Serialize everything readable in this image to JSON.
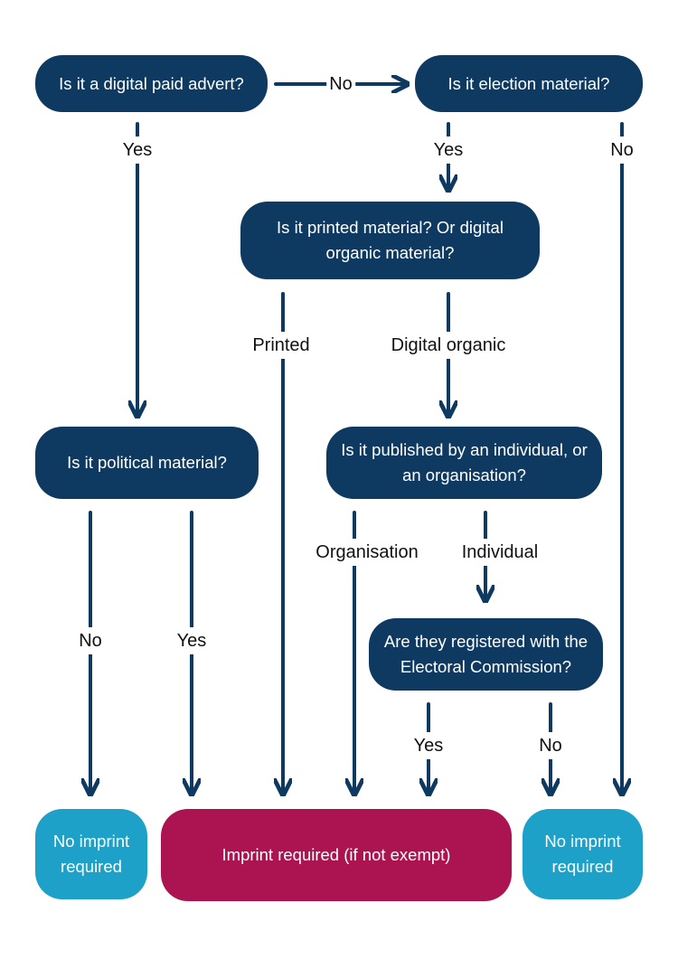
{
  "nodes": {
    "q_digital_paid": "Is it a digital paid advert?",
    "q_election": "Is it election material?",
    "q_printed_or_organic": "Is it printed material? Or digital organic material?",
    "q_political": "Is it political material?",
    "q_individual_or_org": "Is it published by an individual, or an organisation?",
    "q_registered": "Are they registered with the Electoral Commission?",
    "out_no_imprint_left": "No imprint required",
    "out_imprint_required": "Imprint required (if not exempt)",
    "out_no_imprint_right": "No imprint required"
  },
  "edges": {
    "paid_no": "No",
    "paid_yes": "Yes",
    "election_yes": "Yes",
    "election_no": "No",
    "printed": "Printed",
    "digital_organic": "Digital organic",
    "political_no": "No",
    "political_yes": "Yes",
    "organisation": "Organisation",
    "individual": "Individual",
    "registered_yes": "Yes",
    "registered_no": "No"
  },
  "colors": {
    "question": "#0e3a62",
    "no_imprint": "#1ea1c8",
    "imprint_required": "#ab1351",
    "arrow": "#0e3a62"
  }
}
